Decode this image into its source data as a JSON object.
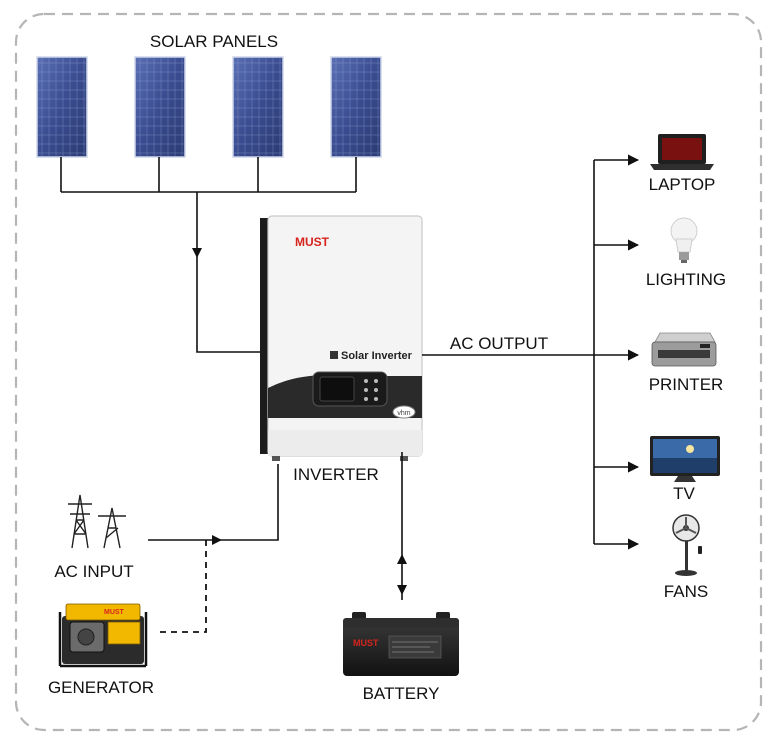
{
  "labels": {
    "solar_panels": "SOLAR PANELS",
    "inverter": "INVERTER",
    "ac_output": "AC OUTPUT",
    "ac_input": "AC INPUT",
    "generator": "GENERATOR",
    "battery": "BATTERY"
  },
  "loads": [
    {
      "label": "LAPTOP",
      "icon": "laptop-icon"
    },
    {
      "label": "LIGHTING",
      "icon": "light-bulb-icon"
    },
    {
      "label": "PRINTER",
      "icon": "printer-icon"
    },
    {
      "label": "TV",
      "icon": "tv-icon"
    },
    {
      "label": "FANS",
      "icon": "fan-icon"
    }
  ],
  "inverter_unit": {
    "brand": "MUST",
    "model_text": "Solar Inverter",
    "badge": "vhm"
  },
  "battery_unit": {
    "brand": "MUST"
  },
  "generator_unit": {
    "brand": "MUST"
  },
  "colors": {
    "panel_blue": "#3a4c8f",
    "inverter_body": "#f2f2f2",
    "inverter_band": "#2a2a2a",
    "brand_red": "#d7241c",
    "generator_yellow": "#f2b800",
    "battery_body": "#1f1f1f",
    "border_gray": "#b5b5b5"
  }
}
